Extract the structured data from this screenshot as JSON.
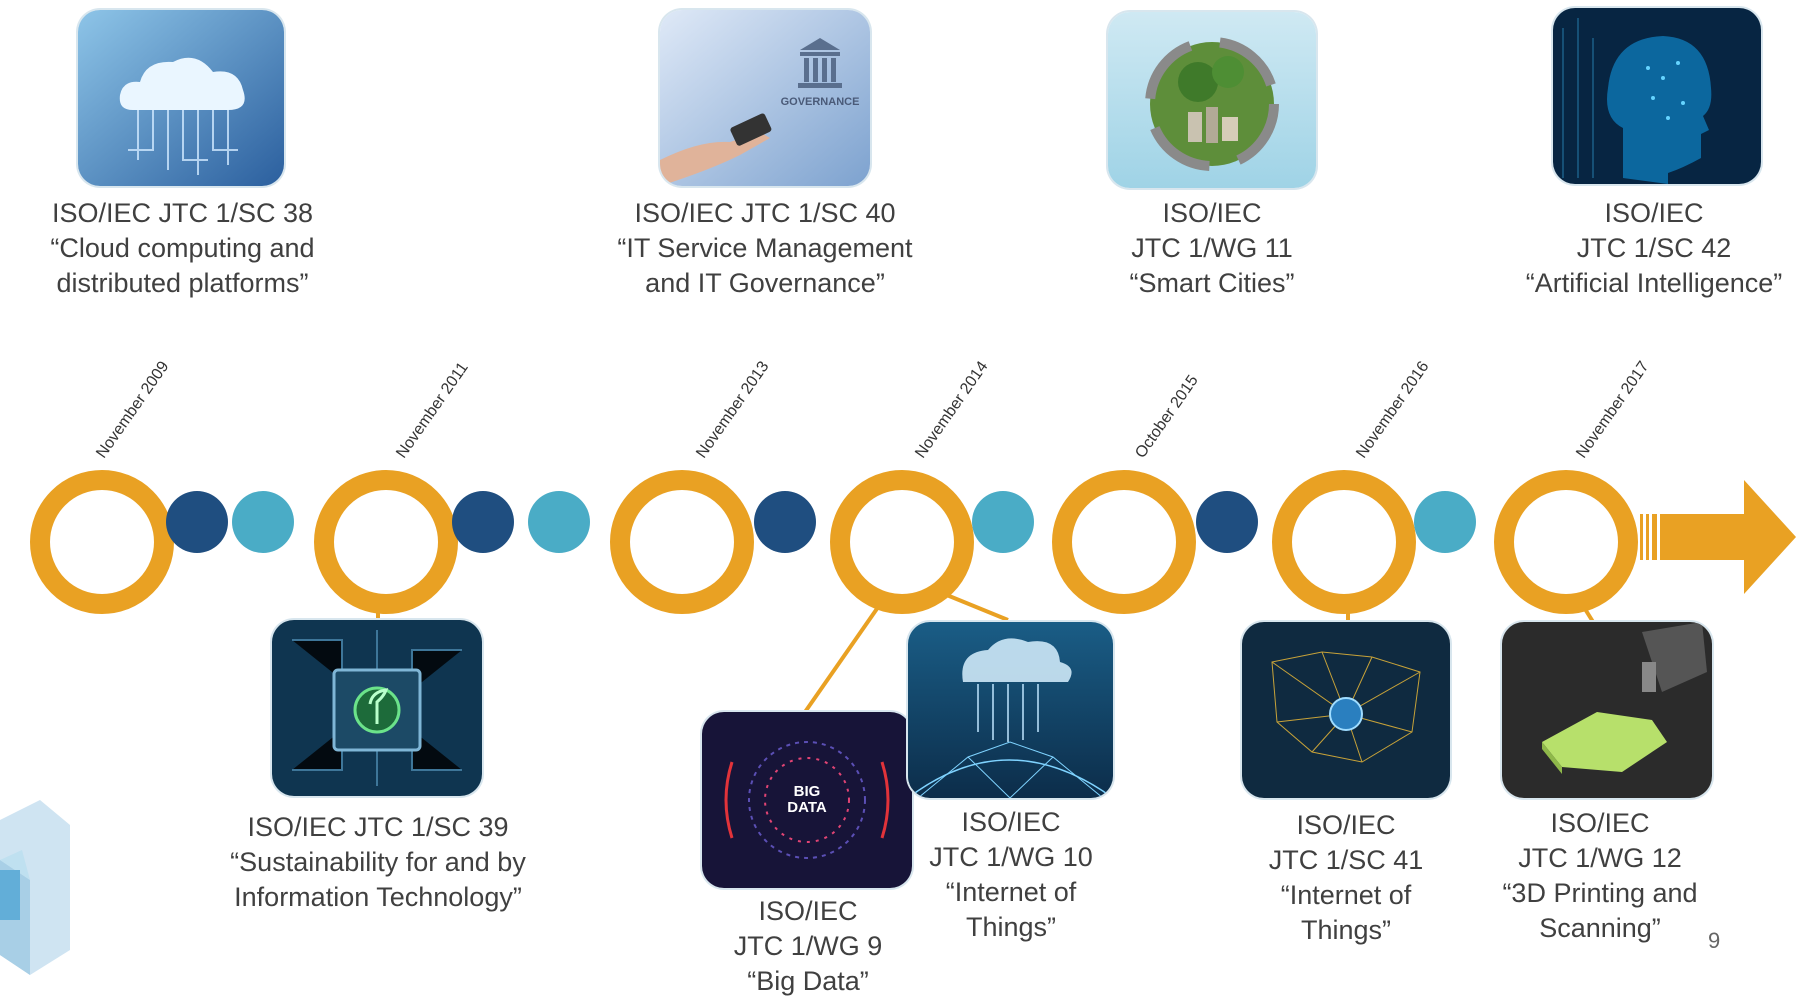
{
  "colors": {
    "ring": "#E9A123",
    "dark_dot": "#1F4E80",
    "light_dot": "#4AACC6",
    "arrow": "#E9A123"
  },
  "milestones": [
    {
      "date": "November 2009",
      "committee": "ISO/IEC JTC 1/SC 38",
      "title_lines": [
        "“Cloud computing and",
        "distributed platforms”"
      ],
      "image_icon": "cloud-computing-icon"
    },
    {
      "date": "November 2011",
      "committee": "ISO/IEC JTC 1/SC 39",
      "title_lines": [
        "“Sustainability for and by",
        "Information Technology”"
      ],
      "image_icon": "green-chip-icon"
    },
    {
      "date": "November 2013",
      "committee": "ISO/IEC JTC 1/SC 40",
      "title_lines": [
        "“IT Service Management",
        "and IT Governance”"
      ],
      "image_icon": "governance-icon",
      "image_text": "GOVERNANCE"
    },
    {
      "date": "November 2014",
      "items": [
        {
          "committee_lines": [
            "ISO/IEC",
            "JTC 1/WG 9",
            "“Big Data”"
          ],
          "image_icon": "big-data-icon",
          "image_text": [
            "BIG",
            "DATA"
          ]
        },
        {
          "committee_lines": [
            "ISO/IEC",
            "JTC 1/WG 10",
            "“Internet of",
            "Things”"
          ],
          "image_icon": "iot-network-icon"
        }
      ]
    },
    {
      "date": "October 2015",
      "committee_lines": [
        "ISO/IEC",
        "JTC 1/WG 11",
        "“Smart Cities”"
      ],
      "image_icon": "smart-city-globe-icon"
    },
    {
      "date": "November 2016",
      "committee_lines": [
        "ISO/IEC",
        "JTC 1/SC 41",
        "“Internet of",
        "Things”"
      ],
      "image_icon": "iot-globe-icon"
    },
    {
      "date": "November 2017",
      "top": {
        "committee_lines": [
          "ISO/IEC",
          "JTC 1/SC 42",
          "“Artificial Intelligence”"
        ],
        "image_icon": "ai-head-icon"
      },
      "bottom": {
        "committee_lines": [
          "ISO/IEC",
          "JTC 1/WG 12",
          "“3D Printing and",
          "Scanning”"
        ],
        "image_icon": "3d-printer-icon"
      }
    }
  ],
  "page_number": "9"
}
